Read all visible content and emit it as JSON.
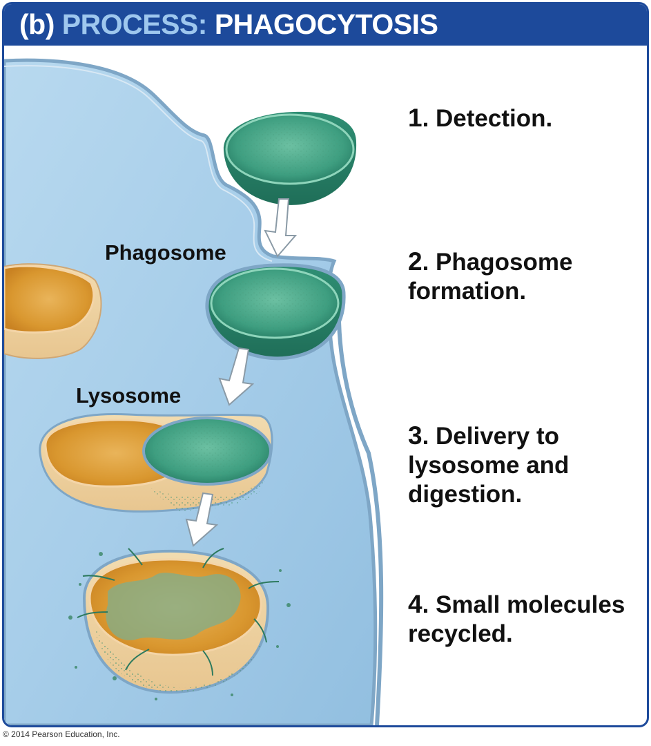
{
  "header": {
    "part_label": "(b)",
    "process_label": "PROCESS:",
    "process_name": "PHAGOCYTOSIS"
  },
  "labels": {
    "phagosome": "Phagosome",
    "lysosome": "Lysosome"
  },
  "steps": [
    {
      "number": "1",
      "line1": ". Detection.",
      "line2": "",
      "line3": ""
    },
    {
      "number": "2",
      "line1": ". Phagosome",
      "line2": "formation.",
      "line3": ""
    },
    {
      "number": "3",
      "line1": ". Delivery to",
      "line2": "lysosome and",
      "line3": "digestion."
    },
    {
      "number": "4",
      "line1": ". Small molecules",
      "line2": "recycled.",
      "line3": ""
    }
  ],
  "copyright": "© 2014 Pearson Education, Inc.",
  "colors": {
    "header_blue": "#1d4a9b",
    "process_label": "#9ec7ee",
    "cytoplasm": "#a9cfea",
    "membrane": "#7ea6c6",
    "bacterium": "#2f9a7a",
    "lysosome": "#e0a44a"
  }
}
